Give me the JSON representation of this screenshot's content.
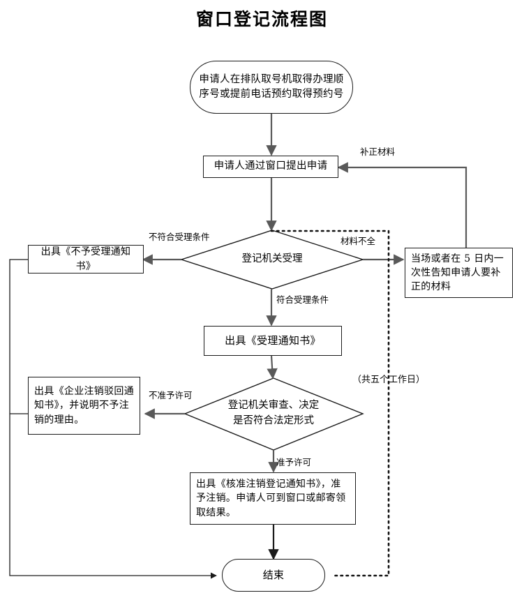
{
  "title": "窗口登记流程图",
  "theme": {
    "stroke": "#1a1a1a",
    "arrow_gray": "#595959",
    "background": "#ffffff",
    "text": "#000000"
  },
  "nodes": {
    "start": {
      "shape": "stadium",
      "text": "申请人在排队取号机取得办理顺序号或提前电话预约取得预约号"
    },
    "apply": {
      "shape": "rect",
      "text": "申请人通过窗口提出申请"
    },
    "decision_accept": {
      "shape": "diamond",
      "text": "登记机关受理"
    },
    "reject_notice": {
      "shape": "rect",
      "text": "出具《不予受理通知书》"
    },
    "supplement_notice": {
      "shape": "rect",
      "text": "当场或者在 5 日内一次性告知申请人要补正的材料"
    },
    "accept_notice": {
      "shape": "rect",
      "text": "出具《受理通知书》"
    },
    "decision_review": {
      "shape": "diamond",
      "line1": "登记机关审查、决定",
      "line2": "是否符合法定形式"
    },
    "refuse_notice": {
      "shape": "rect",
      "text": "出具《企业注销驳回通知书》，并说明不予注销的理由。"
    },
    "approve_notice": {
      "shape": "rect",
      "text": "出具《核准注销登记通知书》，准予注销。申请人可到窗口或邮寄领取结果。"
    },
    "end": {
      "shape": "stadium",
      "text": "结束"
    }
  },
  "edge_labels": {
    "supplement_materials": "补正材料",
    "not_meet_conditions": "不符合受理条件",
    "incomplete_materials": "材料不全",
    "meet_conditions": "符合受理条件",
    "not_permitted": "不准予许可",
    "permitted": "准予许可"
  },
  "annotations": {
    "working_days": "（共五个工作日）"
  }
}
